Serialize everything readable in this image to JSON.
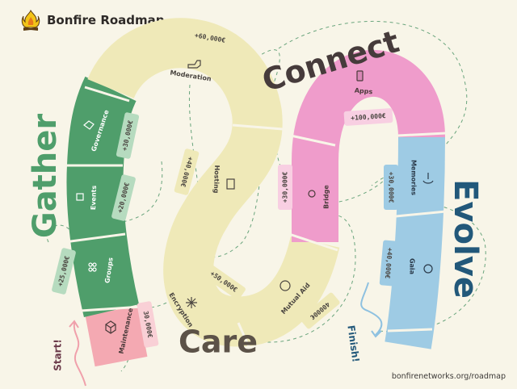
{
  "header": {
    "title": "Bonfire Roadmap",
    "logo_icon": "bonfire-icon"
  },
  "footer": {
    "url": "bonfirenetworks.org/roadmap"
  },
  "colors": {
    "gather": "#4f9e6b",
    "care": "#efe9b8",
    "connect": "#ef9ccb",
    "evolve": "#9ecbe4",
    "maintenance": "#f4a9b2",
    "background": "#f8f5e8"
  },
  "stages": {
    "gather": "Gather",
    "care": "Care",
    "connect": "Connect",
    "evolve": "Evolve"
  },
  "markers": {
    "start": "Start!",
    "finish": "Finish!"
  },
  "segments": [
    {
      "name": "Maintenance",
      "icon": "box-icon",
      "funding": "30,000€"
    },
    {
      "name": "Groups",
      "icon": "people-icon",
      "funding": "+25,000€"
    },
    {
      "name": "Events",
      "icon": "calendar-icon",
      "funding": "+20,000€"
    },
    {
      "name": "Governance",
      "icon": "handshake-icon",
      "funding": "+30,000€"
    },
    {
      "name": "Moderation",
      "icon": "hand-icon",
      "funding": "+60,000€"
    },
    {
      "name": "Hosting",
      "icon": "server-icon",
      "funding": "+40,000€"
    },
    {
      "name": "Encryption",
      "icon": "asterisk-icon",
      "funding": "+50,000€"
    },
    {
      "name": "Mutual Aid",
      "icon": "lifebuoy-icon",
      "funding": "40000€"
    },
    {
      "name": "Bridge",
      "icon": "at-icon",
      "funding": "+30,000€"
    },
    {
      "name": "Apps",
      "icon": "phone-icon",
      "funding": "+100,000€"
    },
    {
      "name": "Memories",
      "icon": "anchor-icon",
      "funding": "+30,000€"
    },
    {
      "name": "Gaia",
      "icon": "globe-icon",
      "funding": "+40,000€"
    }
  ]
}
